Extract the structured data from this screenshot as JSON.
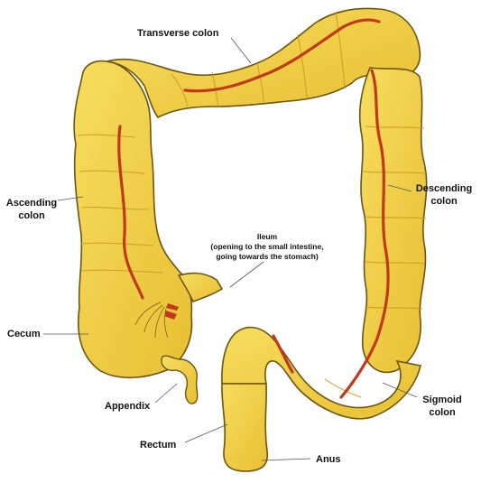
{
  "labels": {
    "transverse_colon": "Transverse colon",
    "ascending_colon_1": "Ascending",
    "ascending_colon_2": "colon",
    "descending_colon_1": "Descending",
    "descending_colon_2": "colon",
    "ileum_1": "Ileum",
    "ileum_2": "(opening to the small intestine,",
    "ileum_3": "going towards the stomach)",
    "cecum": "Cecum",
    "appendix": "Appendix",
    "rectum": "Rectum",
    "anus": "Anus",
    "sigmoid_colon_1": "Sigmoid",
    "sigmoid_colon_2": "colon"
  },
  "colors": {
    "colon_fill": "#F2D24A",
    "colon_shade": "#D9AE28",
    "outline": "#6B5512",
    "artery": "#C0391B",
    "leader": "#555555"
  }
}
